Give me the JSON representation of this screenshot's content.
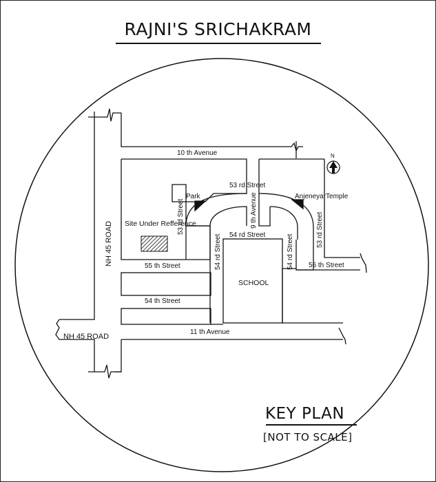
{
  "title": "RAJNI'S SRICHAKRAM",
  "map": {
    "roads": {
      "tenth_avenue": "10 th Avenue",
      "eleventh_avenue": "11 th Avenue",
      "nh45_vertical": "NH 45 ROAD",
      "nh45_horizontal": "NH 45 ROAD",
      "street_53_top": "53 rd Street",
      "street_53_left": "53 rd Street",
      "street_53_right": "53 rd Street",
      "avenue_9": "9 th Avenue",
      "street_54_top": "54 rd Street",
      "street_54_left": "54 rd Street",
      "street_54_right": "54 rd Street",
      "street_54th": "54 th Street",
      "street_55th": "55 th Street",
      "street_56th": "56 th Street"
    },
    "landmarks": {
      "park": "Park",
      "temple": "AnjeneyarTemple",
      "site": "Site Under Refference",
      "school": "SCHOOL"
    },
    "north_label": "N"
  },
  "key_plan": {
    "title": "KEY PLAN",
    "note": "[NOT TO SCALE]"
  }
}
